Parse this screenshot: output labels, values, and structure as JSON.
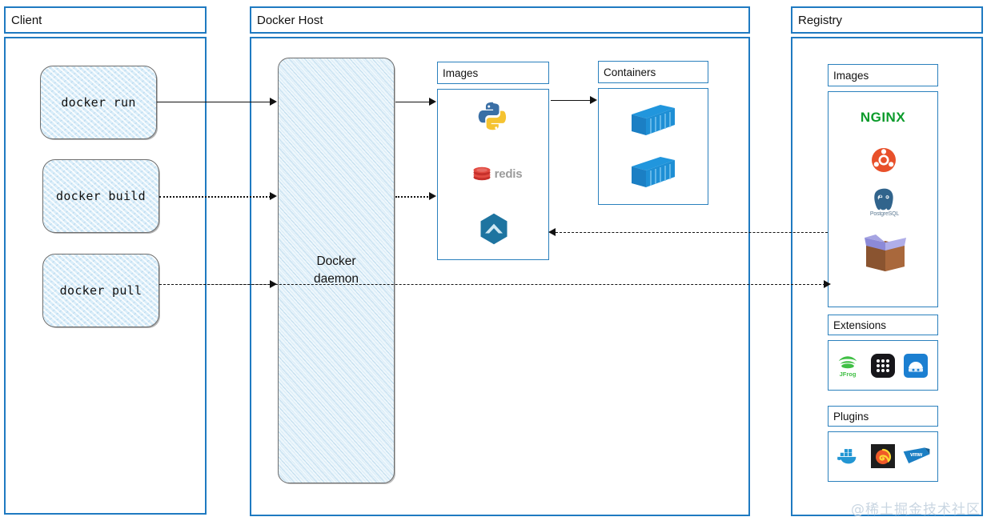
{
  "diagram": {
    "title_hidden": "Docker architecture overview",
    "watermark": "@稀土掘金技术社区",
    "accent_color": "#1f7ac1",
    "sketch_fill": "#d9edf9"
  },
  "client": {
    "title": "Client",
    "commands": [
      {
        "label": "docker run",
        "line_style": "solid"
      },
      {
        "label": "docker build",
        "line_style": "dotted"
      },
      {
        "label": "docker pull",
        "line_style": "dashed"
      }
    ]
  },
  "docker_host": {
    "title": "Docker Host",
    "daemon": {
      "line1": "Docker",
      "line2": "daemon"
    },
    "images": {
      "title": "Images",
      "items": [
        {
          "name": "python-logo",
          "label": "Python"
        },
        {
          "name": "redis-logo",
          "label": "redis"
        },
        {
          "name": "hexagon-logo",
          "label": "Mattermost"
        }
      ]
    },
    "containers": {
      "title": "Containers",
      "items": [
        {
          "name": "container-box-icon",
          "label": "container"
        },
        {
          "name": "container-box-icon",
          "label": "container"
        }
      ]
    }
  },
  "registry": {
    "title": "Registry",
    "images": {
      "title": "Images",
      "items": [
        {
          "name": "nginx-logo",
          "label": "NGINX"
        },
        {
          "name": "ubuntu-logo",
          "label": "Ubuntu"
        },
        {
          "name": "postgres-logo",
          "label": "PostgreSQL"
        },
        {
          "name": "package-box-logo",
          "label": "Package"
        }
      ]
    },
    "extensions": {
      "title": "Extensions",
      "items": [
        {
          "name": "jfrog-logo",
          "label": "JFrog"
        },
        {
          "name": "appgrid-logo",
          "label": "App grid"
        },
        {
          "name": "snyk-logo",
          "label": "Snyk"
        }
      ]
    },
    "plugins": {
      "title": "Plugins",
      "items": [
        {
          "name": "docker-whale-logo",
          "label": "Docker"
        },
        {
          "name": "grafana-logo",
          "label": "Grafana"
        },
        {
          "name": "vmware-logo",
          "label": "vmw"
        }
      ]
    }
  },
  "connections": [
    {
      "from": "docker run",
      "to": "Docker daemon",
      "style": "solid"
    },
    {
      "from": "docker build",
      "to": "Docker daemon",
      "style": "dotted"
    },
    {
      "from": "docker pull",
      "to": "Docker daemon",
      "style": "dashed"
    },
    {
      "from": "Docker daemon",
      "to": "Images",
      "style": "solid"
    },
    {
      "from": "Docker daemon",
      "to": "Images",
      "style": "dotted"
    },
    {
      "from": "Images",
      "to": "Containers",
      "style": "solid"
    },
    {
      "from": "Registry",
      "to": "Images",
      "style": "dashed"
    },
    {
      "from": "docker pull",
      "to": "Registry",
      "style": "dashed"
    }
  ]
}
